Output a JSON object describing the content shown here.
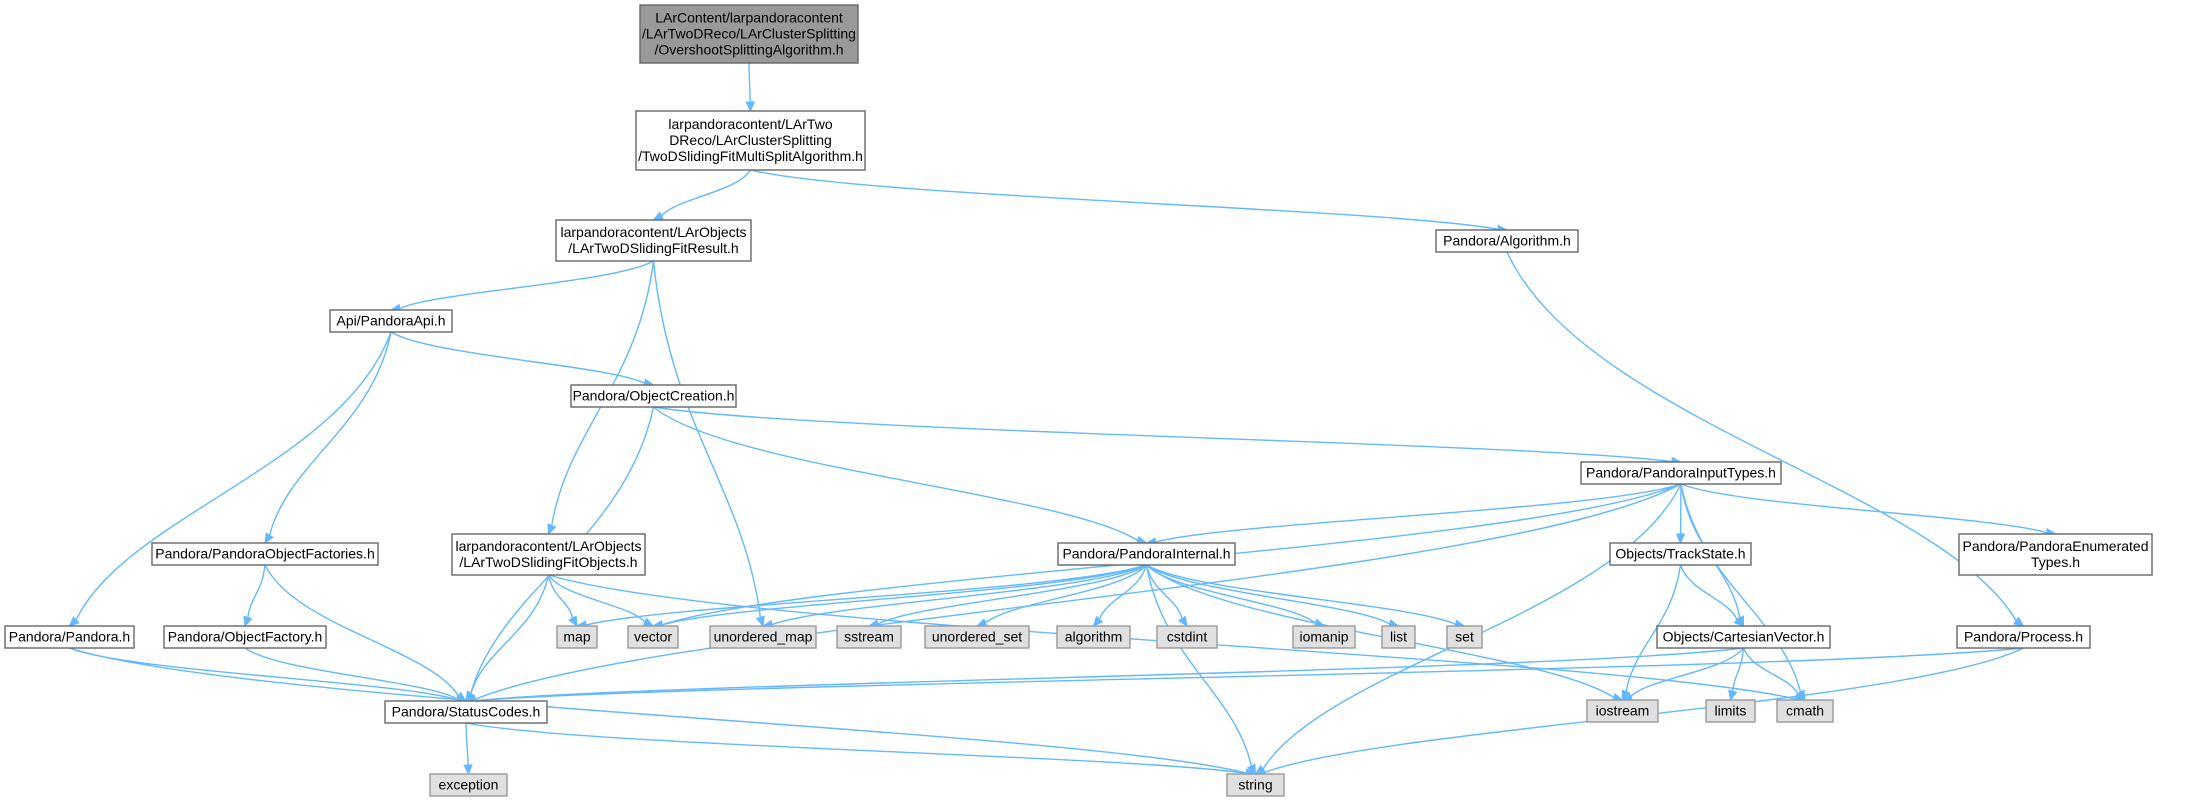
{
  "graph": {
    "nodes": [
      {
        "id": "root",
        "lines": [
          "LArContent/larpandoracontent",
          "/LArTwoDReco/LArClusterSplitting",
          "/OvershootSplittingAlgorithm.h"
        ],
        "style": "root"
      },
      {
        "id": "multisplit",
        "lines": [
          "larpandoracontent/LArTwo",
          "DReco/LArClusterSplitting",
          "/TwoDSlidingFitMultiSplitAlgorithm.h"
        ],
        "style": "project"
      },
      {
        "id": "fitresult",
        "lines": [
          "larpandoracontent/LArObjects",
          "/LArTwoDSlidingFitResult.h"
        ],
        "style": "project"
      },
      {
        "id": "algorithm",
        "lines": [
          "Pandora/Algorithm.h"
        ],
        "style": "project"
      },
      {
        "id": "pandoraapi",
        "lines": [
          "Api/PandoraApi.h"
        ],
        "style": "project"
      },
      {
        "id": "objectcreation",
        "lines": [
          "Pandora/ObjectCreation.h"
        ],
        "style": "project"
      },
      {
        "id": "inputtypes",
        "lines": [
          "Pandora/PandoraInputTypes.h"
        ],
        "style": "project"
      },
      {
        "id": "objectfactories",
        "lines": [
          "Pandora/PandoraObjectFactories.h"
        ],
        "style": "project"
      },
      {
        "id": "fitobjects",
        "lines": [
          "larpandoracontent/LArObjects",
          "/LArTwoDSlidingFitObjects.h"
        ],
        "style": "project"
      },
      {
        "id": "internal",
        "lines": [
          "Pandora/PandoraInternal.h"
        ],
        "style": "project"
      },
      {
        "id": "trackstate",
        "lines": [
          "Objects/TrackState.h"
        ],
        "style": "project"
      },
      {
        "id": "enumerated",
        "lines": [
          "Pandora/PandoraEnumerated",
          "Types.h"
        ],
        "style": "project"
      },
      {
        "id": "pandora",
        "lines": [
          "Pandora/Pandora.h"
        ],
        "style": "project"
      },
      {
        "id": "objectfactory",
        "lines": [
          "Pandora/ObjectFactory.h"
        ],
        "style": "project"
      },
      {
        "id": "cartesian",
        "lines": [
          "Objects/CartesianVector.h"
        ],
        "style": "project"
      },
      {
        "id": "process",
        "lines": [
          "Pandora/Process.h"
        ],
        "style": "project"
      },
      {
        "id": "statuscodes",
        "lines": [
          "Pandora/StatusCodes.h"
        ],
        "style": "project"
      },
      {
        "id": "map",
        "lines": [
          "map"
        ],
        "style": "external"
      },
      {
        "id": "vector",
        "lines": [
          "vector"
        ],
        "style": "external"
      },
      {
        "id": "unordered_map",
        "lines": [
          "unordered_map"
        ],
        "style": "external"
      },
      {
        "id": "sstream",
        "lines": [
          "sstream"
        ],
        "style": "external"
      },
      {
        "id": "unordered_set",
        "lines": [
          "unordered_set"
        ],
        "style": "external"
      },
      {
        "id": "algorithm_h",
        "lines": [
          "algorithm"
        ],
        "style": "external"
      },
      {
        "id": "cstdint",
        "lines": [
          "cstdint"
        ],
        "style": "external"
      },
      {
        "id": "iomanip",
        "lines": [
          "iomanip"
        ],
        "style": "external"
      },
      {
        "id": "list",
        "lines": [
          "list"
        ],
        "style": "external"
      },
      {
        "id": "set",
        "lines": [
          "set"
        ],
        "style": "external"
      },
      {
        "id": "iostream",
        "lines": [
          "iostream"
        ],
        "style": "external"
      },
      {
        "id": "limits",
        "lines": [
          "limits"
        ],
        "style": "external"
      },
      {
        "id": "cmath",
        "lines": [
          "cmath"
        ],
        "style": "external"
      },
      {
        "id": "exception",
        "lines": [
          "exception"
        ],
        "style": "external"
      },
      {
        "id": "string",
        "lines": [
          "string"
        ],
        "style": "external"
      }
    ],
    "edges": [
      [
        "root",
        "multisplit"
      ],
      [
        "multisplit",
        "fitresult"
      ],
      [
        "multisplit",
        "algorithm"
      ],
      [
        "fitresult",
        "pandoraapi"
      ],
      [
        "fitresult",
        "fitobjects"
      ],
      [
        "fitresult",
        "unordered_map"
      ],
      [
        "algorithm",
        "process"
      ],
      [
        "pandoraapi",
        "objectcreation"
      ],
      [
        "pandoraapi",
        "objectfactories"
      ],
      [
        "pandoraapi",
        "pandora"
      ],
      [
        "objectcreation",
        "inputtypes"
      ],
      [
        "objectcreation",
        "internal"
      ],
      [
        "objectcreation",
        "statuscodes"
      ],
      [
        "inputtypes",
        "internal"
      ],
      [
        "inputtypes",
        "trackstate"
      ],
      [
        "inputtypes",
        "enumerated"
      ],
      [
        "inputtypes",
        "cartesian"
      ],
      [
        "inputtypes",
        "statuscodes"
      ],
      [
        "inputtypes",
        "vector"
      ],
      [
        "inputtypes",
        "cmath"
      ],
      [
        "inputtypes",
        "string"
      ],
      [
        "objectfactories",
        "objectfactory"
      ],
      [
        "objectfactories",
        "statuscodes"
      ],
      [
        "fitobjects",
        "map"
      ],
      [
        "fitobjects",
        "vector"
      ],
      [
        "fitobjects",
        "statuscodes"
      ],
      [
        "fitobjects",
        "cmath"
      ],
      [
        "internal",
        "map"
      ],
      [
        "internal",
        "vector"
      ],
      [
        "internal",
        "unordered_map"
      ],
      [
        "internal",
        "sstream"
      ],
      [
        "internal",
        "unordered_set"
      ],
      [
        "internal",
        "algorithm_h"
      ],
      [
        "internal",
        "cstdint"
      ],
      [
        "internal",
        "iomanip"
      ],
      [
        "internal",
        "list"
      ],
      [
        "internal",
        "set"
      ],
      [
        "internal",
        "iostream"
      ],
      [
        "internal",
        "string"
      ],
      [
        "trackstate",
        "cartesian"
      ],
      [
        "trackstate",
        "iostream"
      ],
      [
        "pandora",
        "statuscodes"
      ],
      [
        "pandora",
        "string"
      ],
      [
        "objectfactory",
        "statuscodes"
      ],
      [
        "cartesian",
        "statuscodes"
      ],
      [
        "cartesian",
        "iostream"
      ],
      [
        "cartesian",
        "limits"
      ],
      [
        "cartesian",
        "cmath"
      ],
      [
        "process",
        "statuscodes"
      ],
      [
        "process",
        "string"
      ],
      [
        "statuscodes",
        "exception"
      ],
      [
        "statuscodes",
        "string"
      ]
    ]
  }
}
